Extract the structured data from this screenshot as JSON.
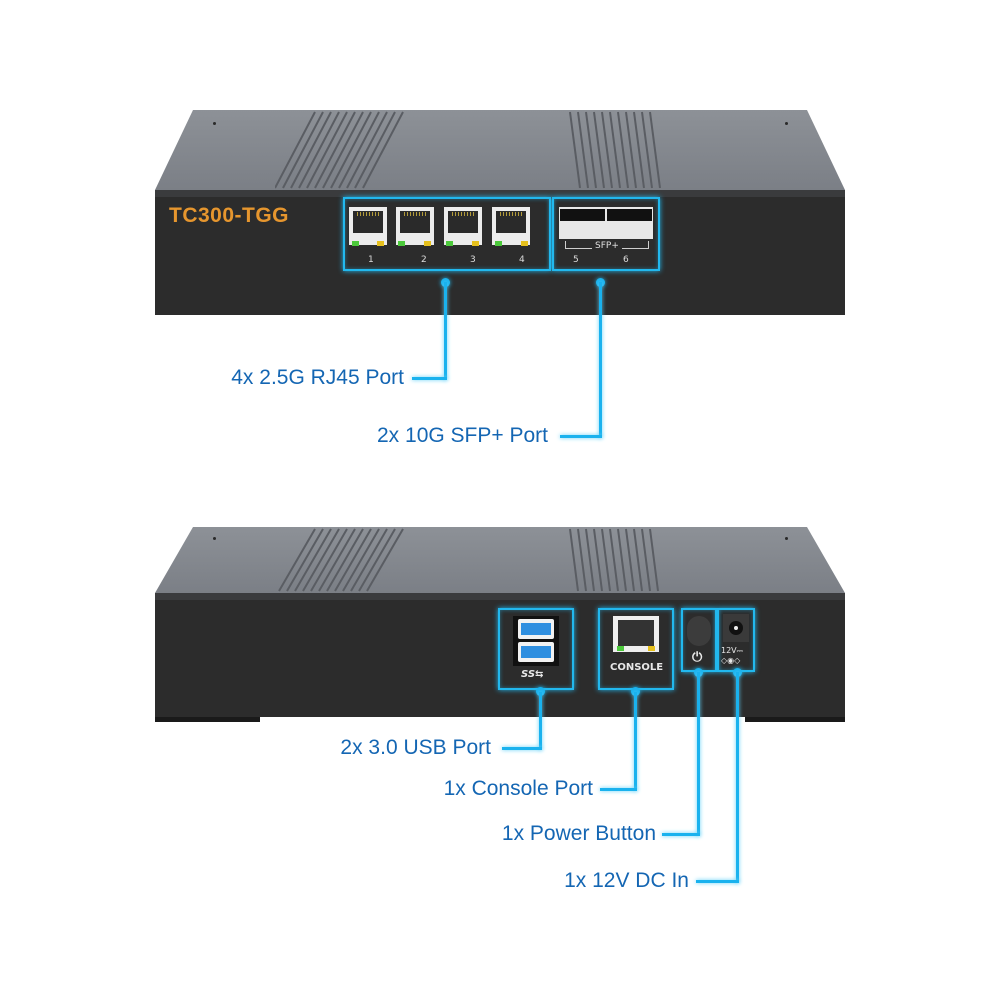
{
  "front_view": {
    "model_label": "TC300-TGG",
    "rj45_ports": [
      {
        "number": "1",
        "link_led": "green",
        "activity_led": "yellow"
      },
      {
        "number": "2",
        "link_led": "green",
        "activity_led": "yellow"
      },
      {
        "number": "3",
        "link_led": "green",
        "activity_led": "yellow"
      },
      {
        "number": "4",
        "link_led": "green",
        "activity_led": "yellow"
      }
    ],
    "sfp_group_label": "SFP+",
    "sfp_ports": [
      {
        "number": "5"
      },
      {
        "number": "6"
      }
    ],
    "callouts": [
      {
        "label": "4x 2.5G RJ45 Port"
      },
      {
        "label": "2x 10G SFP+ Port"
      }
    ]
  },
  "rear_view": {
    "usb_label": "SS⇆",
    "console_label": "CONSOLE",
    "power_icon": "⏻",
    "dc_label": "12V⎓",
    "dc_polarity": "◇◉◇",
    "callouts": [
      {
        "label": "2x 3.0 USB  Port"
      },
      {
        "label": "1x Console Port"
      },
      {
        "label": "1x Power Button"
      },
      {
        "label": "1x 12V DC In"
      }
    ]
  },
  "colors": {
    "highlight": "#22b8ee",
    "callout_text": "#1466b3",
    "brand_text": "#e6962e",
    "chassis": "#2c2c2c"
  }
}
